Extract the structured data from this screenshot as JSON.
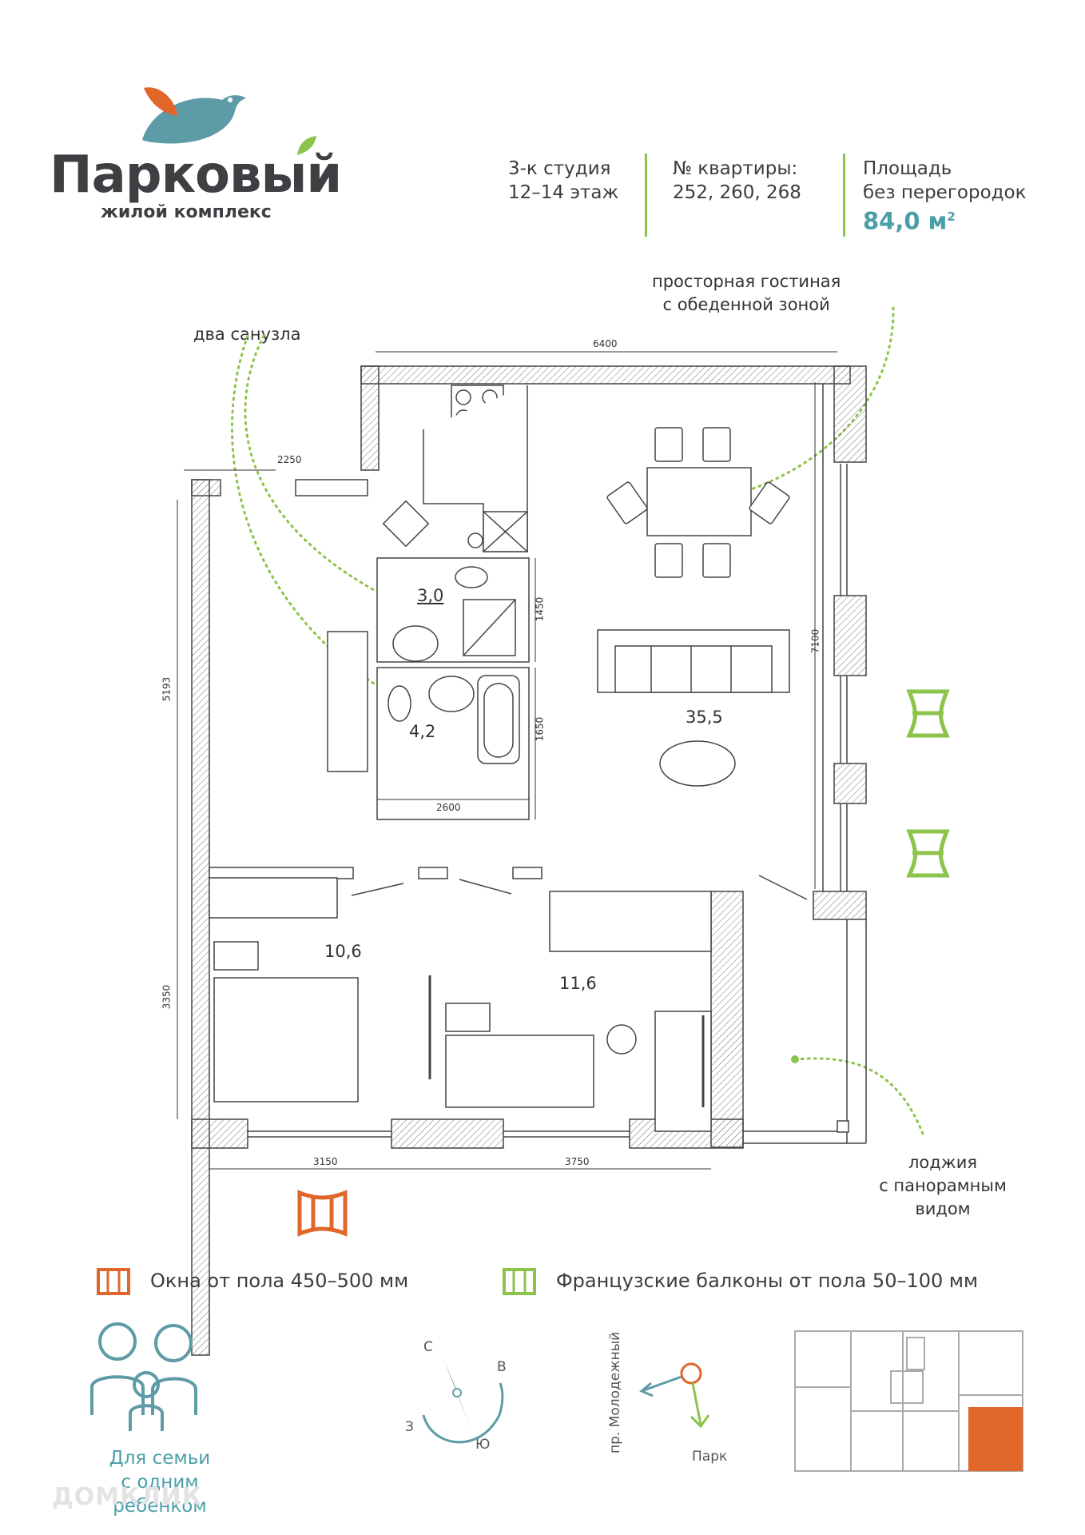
{
  "colors": {
    "accent_teal": "#5d9ca6",
    "accent_green": "#8cc34a",
    "accent_orange": "#e0662a",
    "text": "#3c3c3c"
  },
  "logo": {
    "title": "Парковый",
    "subtitle": "жилой комплекс",
    "icon": "bird-leaf-icon"
  },
  "header": {
    "type_line1": "3-к студия",
    "type_line2": "12–14 этаж",
    "apt_label": "№ квартиры:",
    "apt_numbers": "252, 260, 268",
    "area_label1": "Площадь",
    "area_label2": "без перегородок",
    "area_value": "84,0 м",
    "area_unit_sup": "2"
  },
  "callouts": {
    "two_bathrooms": "два санузла",
    "living_line1": "просторная гостиная",
    "living_line2": "с обеденной зоной",
    "loggia_line1": "лоджия",
    "loggia_line2": "с панорамным",
    "loggia_line3": "видом"
  },
  "rooms": {
    "wc_small": "3,0",
    "bath": "4,2",
    "living": "35,5",
    "bedroom1": "10,6",
    "bedroom2": "11,6"
  },
  "dimensions": {
    "top": "6400",
    "left_top": "2250",
    "left_side": "5193",
    "right_side": "7100",
    "wc_h": "1450",
    "bath_h": "1650",
    "bath_w": "2600",
    "bed_h": "3350",
    "bottom_left": "3150",
    "bottom_right": "3750"
  },
  "legend": {
    "orange": "Окна от пола 450–500 мм",
    "green": "Французские балконы от пола 50–100 мм"
  },
  "family": {
    "line1": "Для семьи",
    "line2": "с одним ребенком"
  },
  "compass": {
    "n": "С",
    "e": "В",
    "w": "З",
    "s": "Ю"
  },
  "location": {
    "street": "пр. Молодежный",
    "park": "Парк"
  },
  "watermark": "ДОМКЛИК"
}
